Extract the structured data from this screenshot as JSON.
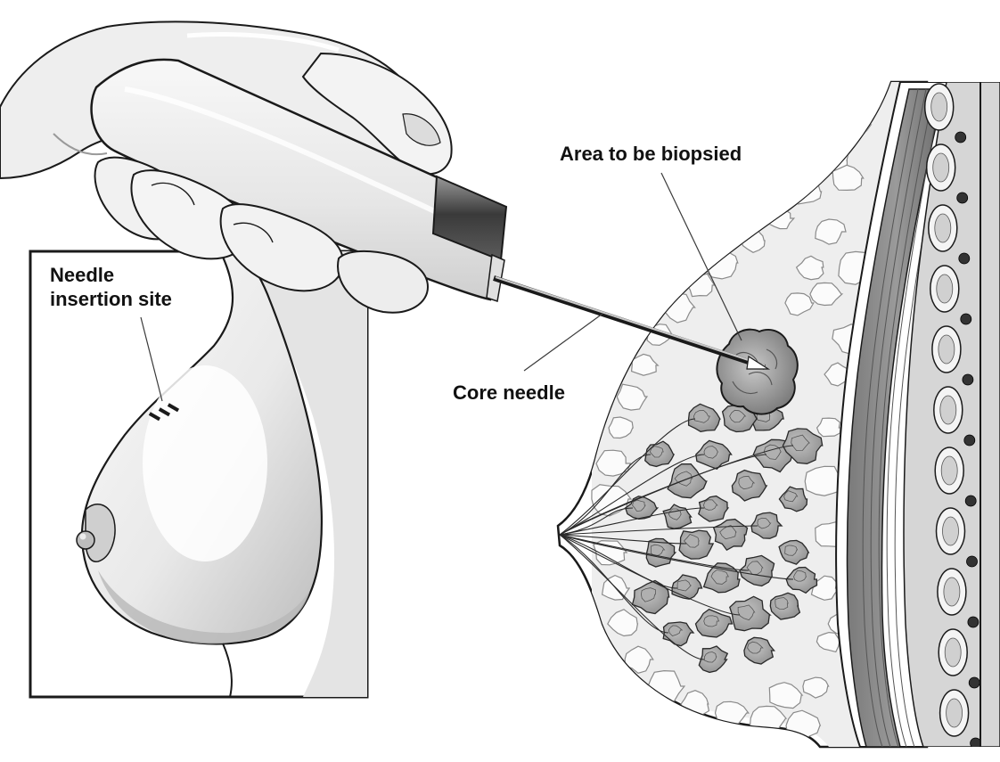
{
  "labels": {
    "needle_insertion_site": [
      "Needle",
      "insertion site"
    ],
    "area_to_be_biopsied": "Area to be biopsied",
    "core_needle": "Core needle"
  },
  "colors": {
    "outline": "#1a1a1a",
    "skin_light": "#f2f2f2",
    "skin_mid": "#d9d9d9",
    "skin_dark": "#bdbdbd",
    "lobule": "#9a9a9a",
    "lobule_light": "#c4c4c4",
    "fat": "#ececec",
    "muscle": "#8c8c8c",
    "muscle_dark": "#6e6e6e",
    "tumor": "#8a8a8a",
    "device_dark": "#3c3c3c"
  }
}
